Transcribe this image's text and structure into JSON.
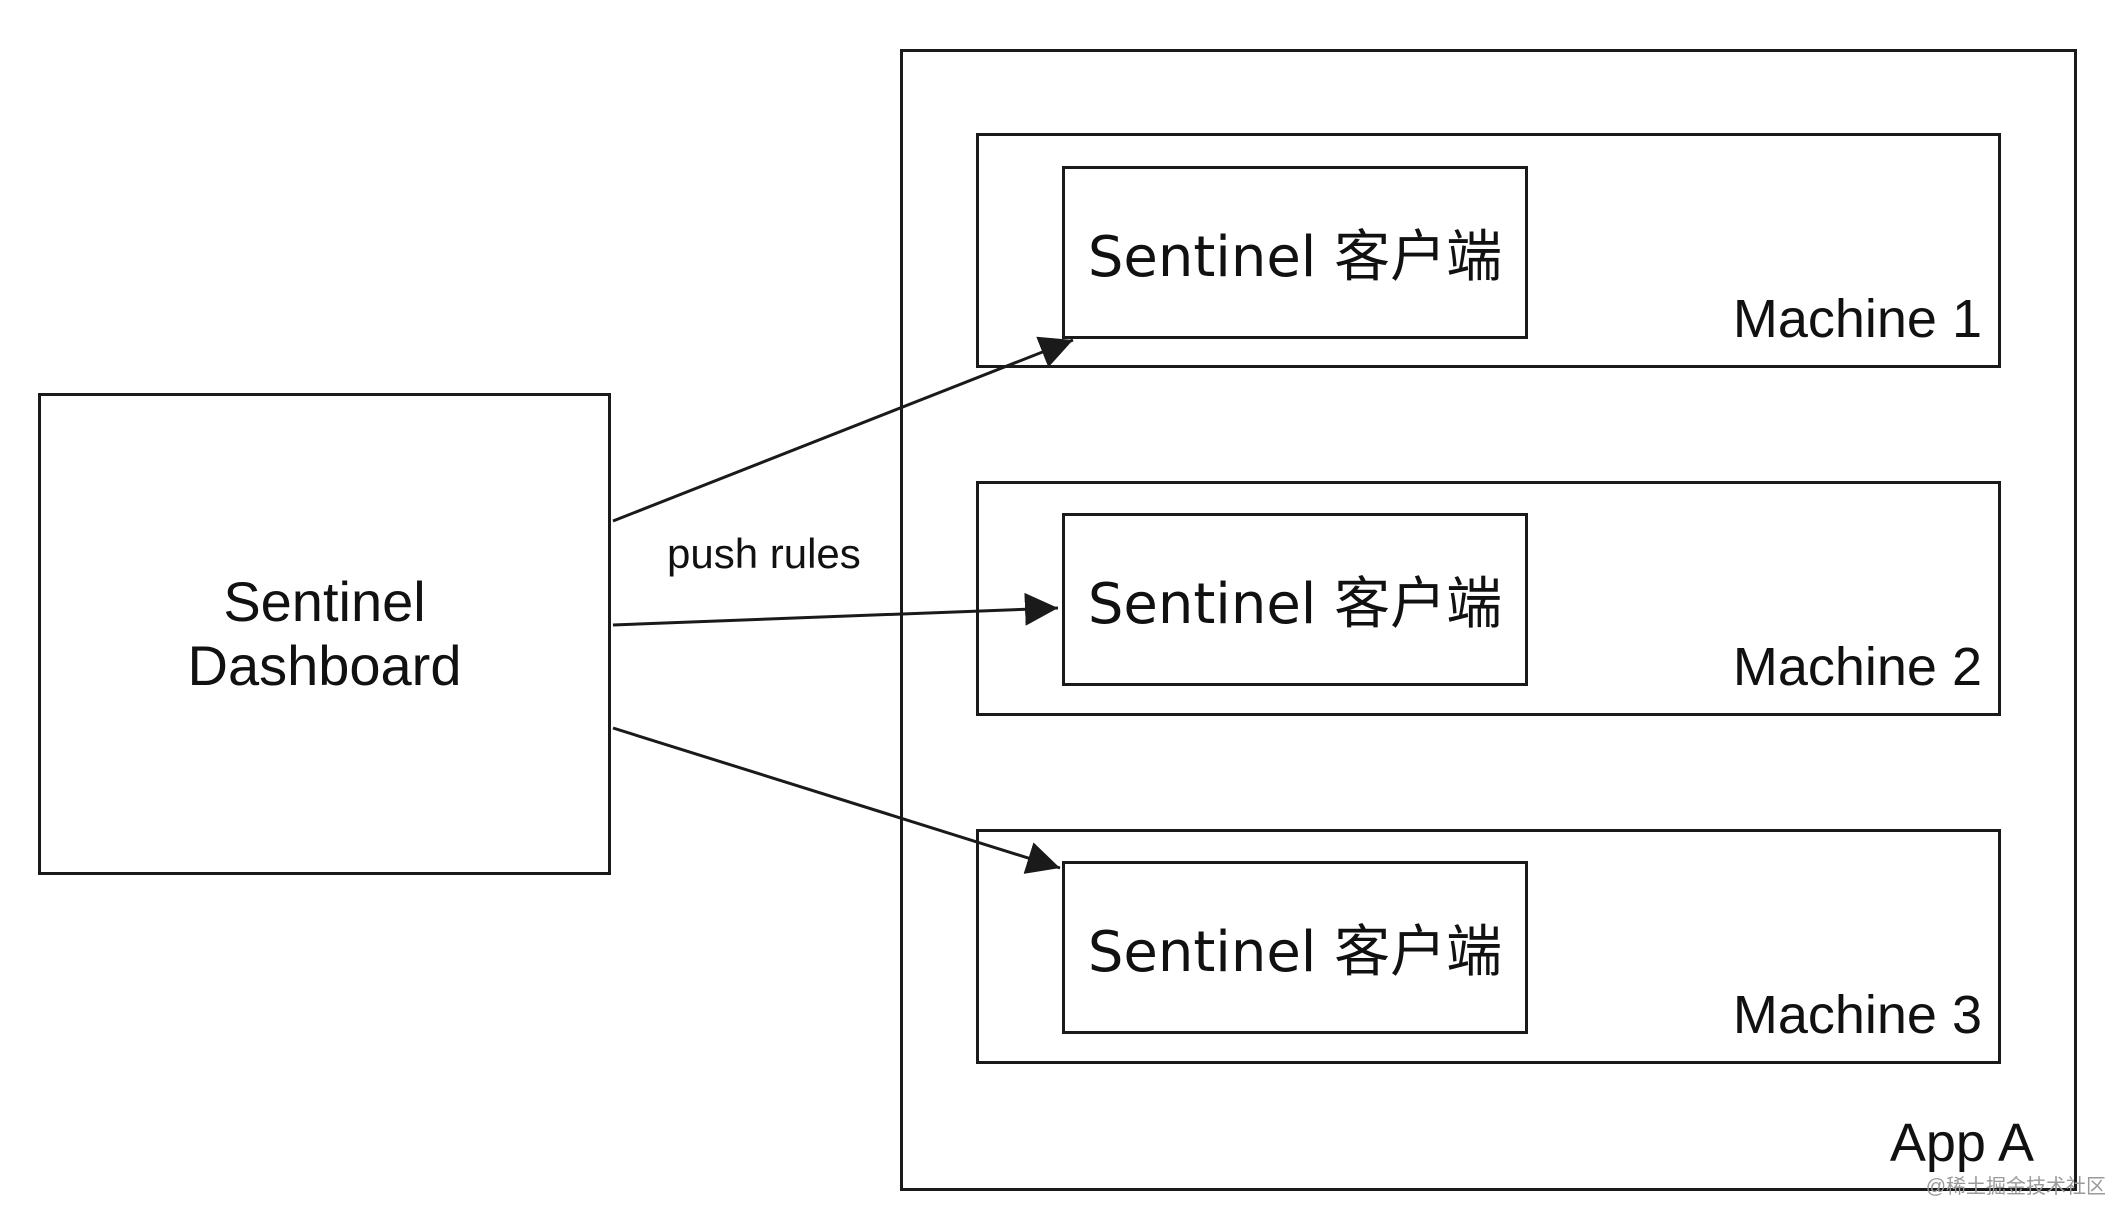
{
  "dashboard": {
    "line1": "Sentinel",
    "line2": "Dashboard"
  },
  "edge_label": "push rules",
  "app": {
    "label": "App A"
  },
  "machines": [
    {
      "label": "Machine 1",
      "client": "Sentinel 客户端"
    },
    {
      "label": "Machine 2",
      "client": "Sentinel 客户端"
    },
    {
      "label": "Machine 3",
      "client": "Sentinel 客户端"
    }
  ],
  "watermark": "@稀土掘金技术社区",
  "colors": {
    "stroke": "#1a1a1a",
    "text": "#111111",
    "watermark": "#9a9a9a"
  }
}
